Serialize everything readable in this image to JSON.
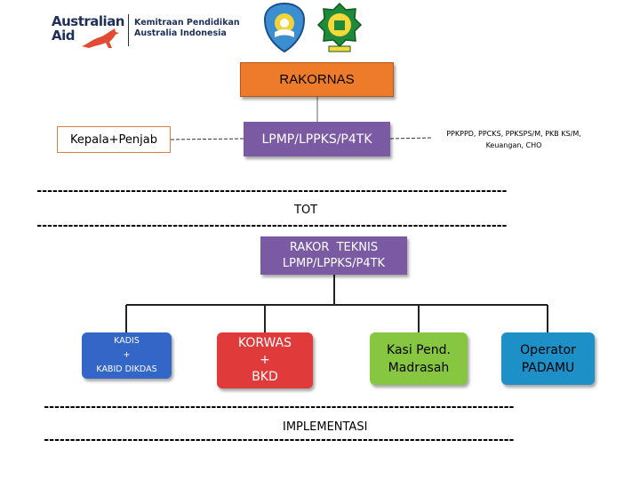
{
  "header": {
    "australian_aid": {
      "line1": "Australian",
      "line2": "Aid"
    },
    "partnership": {
      "line1": "Kemitraan Pendidikan",
      "line2": "Australia Indonesia"
    },
    "emblems": [
      "tut-wuri-handayani-emblem",
      "kementerian-agama-emblem"
    ]
  },
  "diagram": {
    "top": "RAKORNAS",
    "center": "LPMP/LPPKS/P4TK",
    "left": "Kepala+Penjab",
    "right": "PPKPPD, PPCKS, PPKSPS/M, PKB KS/M, Keuangan, CHO",
    "stage1": "TOT",
    "rakor": {
      "line1": "RAKOR  TEKNIS",
      "line2": "LPMP/LPPKS/P4TK"
    },
    "children": [
      {
        "lines": [
          "KADIS",
          "+",
          "KABID DIKDAS"
        ]
      },
      {
        "lines": [
          "KORWAS",
          "+",
          "BKD"
        ]
      },
      {
        "lines": [
          "Kasi Pend.",
          "Madrasah"
        ]
      },
      {
        "lines": [
          "Operator",
          "PADAMU"
        ]
      }
    ],
    "stage2": "IMPLEMENTASI"
  },
  "colors": {
    "orange": "#ee7b2a",
    "purple": "#7a5aa3",
    "blue": "#3366c7",
    "red": "#e03a3a",
    "green": "#86c640",
    "cyan": "#1e90c8"
  }
}
